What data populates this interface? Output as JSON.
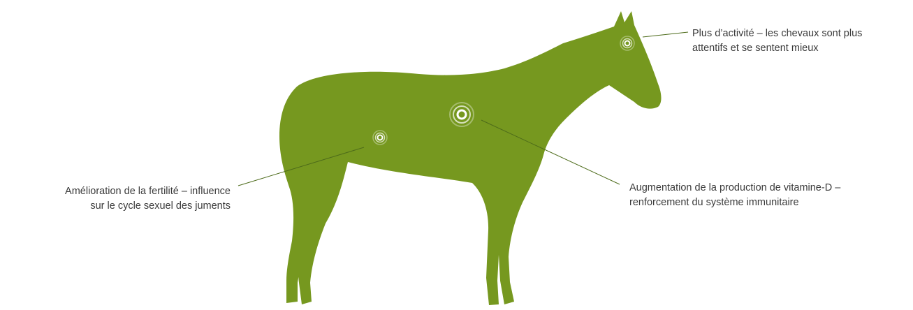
{
  "colors": {
    "horse": "#76981f",
    "marker": "#ffffff",
    "leader_line": "#4d6b1a",
    "text": "#3a3a3a"
  },
  "callouts": {
    "activity": {
      "line1": "Plus d’activité – les chevaux sont plus",
      "line2": "attentifs et se sentent mieux"
    },
    "vitamin": {
      "line1": "Augmentation de la production de vitamine-D –",
      "line2": "renforcement du système immunitaire"
    },
    "fertility": {
      "line1": "Amélioration de la fertilité – influence",
      "line2": "sur le cycle sexuel des juments"
    }
  }
}
